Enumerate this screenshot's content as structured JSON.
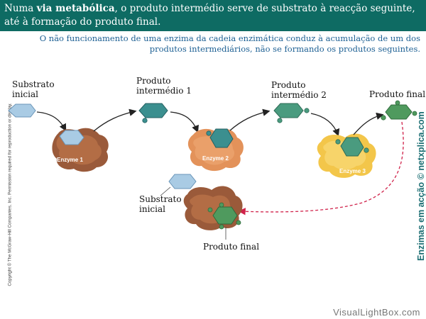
{
  "header": {
    "prefix": "Numa ",
    "bold": "via metabólica",
    "suffix": ", o produto intermédio serve de substrato à reacção seguinte, até à formação do produto final."
  },
  "subtitle": "O não funcionamento de uma enzima da cadeia enzimática conduz à acumulação de um dos produtos intermediários, não se formando os produtos seguintes.",
  "labels": {
    "substrate_1": "Substrato",
    "substrate_2": "inicial",
    "intermediate1_1": "Produto",
    "intermediate1_2": "intermédio 1",
    "intermediate2_1": "Produto",
    "intermediate2_2": "intermédio 2",
    "final": "Produto final",
    "inhib_substrate_1": "Substrato",
    "inhib_substrate_2": "inicial",
    "inhib_final": "Produto final"
  },
  "enzymes": {
    "enzyme1": "Enzyme 1",
    "enzyme2": "Enzyme 2",
    "enzyme3": "Enzyme 3"
  },
  "copyright": "Copyright © The McGraw-Hill Companies, Inc. Permission required for reproduction or display.",
  "side_credit": "Enzimas em acção © netxplica.com",
  "watermark": "VisualLightBox.com",
  "colors": {
    "header_bg": "#0e6b63",
    "subtitle": "#1c5f93",
    "enzyme_orange": "#d9804a",
    "enzyme_brown": "#9a5a3a",
    "enzyme_yellow": "#f3c64a",
    "feedback_arrow": "#d0224a",
    "molecule_blue": "#a9cbe4",
    "molecule_teal": "#3b8f8f",
    "molecule_green": "#4f9a5e"
  }
}
